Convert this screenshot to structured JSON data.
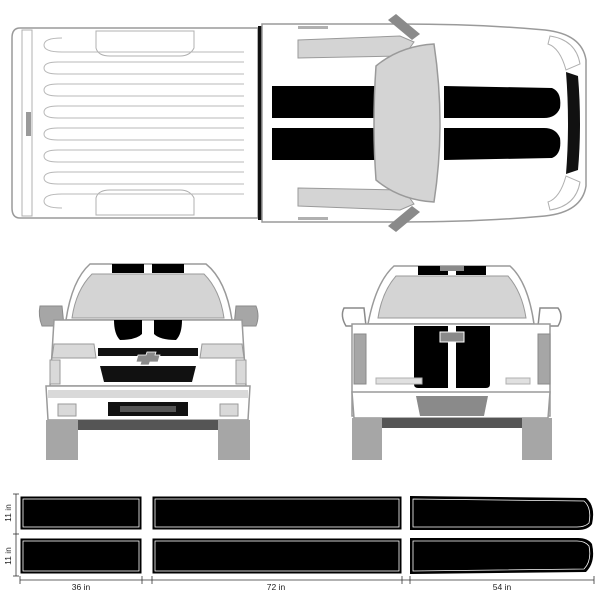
{
  "colors": {
    "body_fill": "#ffffff",
    "outline": "#9a9a9a",
    "panel_gray": "#d9d9d9",
    "dark_gray": "#8a8a8a",
    "tire_gray": "#a6a6a6",
    "stripe": "#000000",
    "glass": "#d4d4d4",
    "dimension_line": "#333333"
  },
  "stripe_dimensions": {
    "height_top": "11 in",
    "height_bottom": "11 in",
    "length_front": "36 in",
    "length_middle": "72 in",
    "length_rear": "54 in"
  }
}
